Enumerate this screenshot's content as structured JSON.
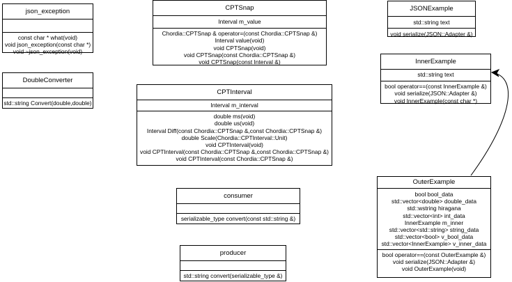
{
  "classes": [
    {
      "name": "json_exception",
      "attributes": [],
      "methods": [
        "const char * what(void)",
        "void json_exception(const char *)",
        "void ~json_exception(void)"
      ]
    },
    {
      "name": "CPTSnap",
      "attributes": [
        "Interval m_value"
      ],
      "methods": [
        "Chordia::CPTSnap & operator=(const Chordia::CPTSnap &)",
        "Interval value(void)",
        "void CPTSnap(void)",
        "void CPTSnap(const Chordia::CPTSnap &)",
        "void CPTSnap(const Interval &)"
      ]
    },
    {
      "name": "JSONExample",
      "attributes": [
        "std::string text"
      ],
      "methods": [
        "void serialize(JSON::Adapter &)"
      ]
    },
    {
      "name": "DoubleConverter",
      "attributes": [],
      "methods": [
        "std::string Convert(double,double)"
      ]
    },
    {
      "name": "InnerExample",
      "attributes": [
        "std::string text"
      ],
      "methods": [
        "bool operator==(const InnerExample &)",
        "void serialize(JSON::Adapter &)",
        "void InnerExample(const char *)"
      ]
    },
    {
      "name": "CPTInterval",
      "attributes": [
        "Interval m_interval"
      ],
      "methods": [
        "double ms(void)",
        "double us(void)",
        "Interval Diff(const Chordia::CPTSnap &,const Chordia::CPTSnap &)",
        "double Scale(Chordia::CPTInterval::Unit)",
        "void CPTInterval(void)",
        "void CPTInterval(const Chordia::CPTSnap &,const Chordia::CPTSnap &)",
        "void CPTInterval(const Chordia::CPTSnap &)"
      ]
    },
    {
      "name": "consumer",
      "attributes": [],
      "methods": [
        "serializable_type convert(const std::string &)"
      ]
    },
    {
      "name": "OuterExample",
      "attributes": [
        "bool bool_data",
        "std::vector<double> double_data",
        "std::wstring hiragana",
        "std::vector<int> int_data",
        "InnerExample m_inner",
        "std::vector<std::string> string_data",
        "std::vector<bool> v_bool_data",
        "std::vector<InnerExample> v_inner_data"
      ],
      "methods": [
        "bool operator==(const OuterExample &)",
        "void serialize(JSON::Adapter &)",
        "void OuterExample(void)"
      ]
    },
    {
      "name": "producer",
      "attributes": [],
      "methods": [
        "std::string convert(serializable_type &)"
      ]
    }
  ]
}
